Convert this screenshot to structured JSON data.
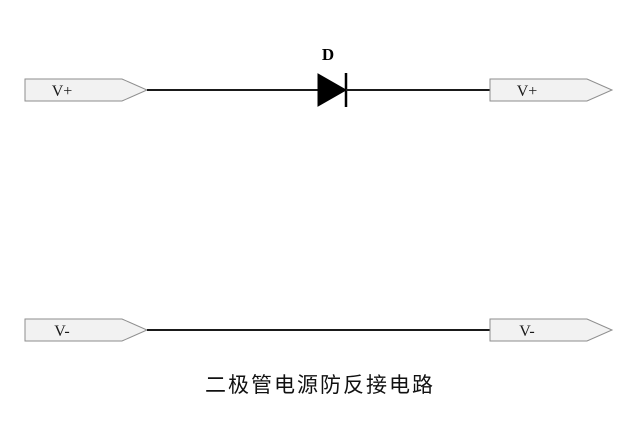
{
  "diagram": {
    "caption": "二极管电源防反接电路",
    "diode_label": "D",
    "top_rail": {
      "left_terminal_label": "V+",
      "right_terminal_label": "V+"
    },
    "bottom_rail": {
      "left_terminal_label": "V-",
      "right_terminal_label": "V-"
    }
  },
  "colors": {
    "background": "#ffffff",
    "wire": "#1a1a1a",
    "connector_fill": "#f2f2f2",
    "connector_stroke": "#8e8e8e",
    "diode_fill": "#000000",
    "text": "#1a1a1a"
  }
}
